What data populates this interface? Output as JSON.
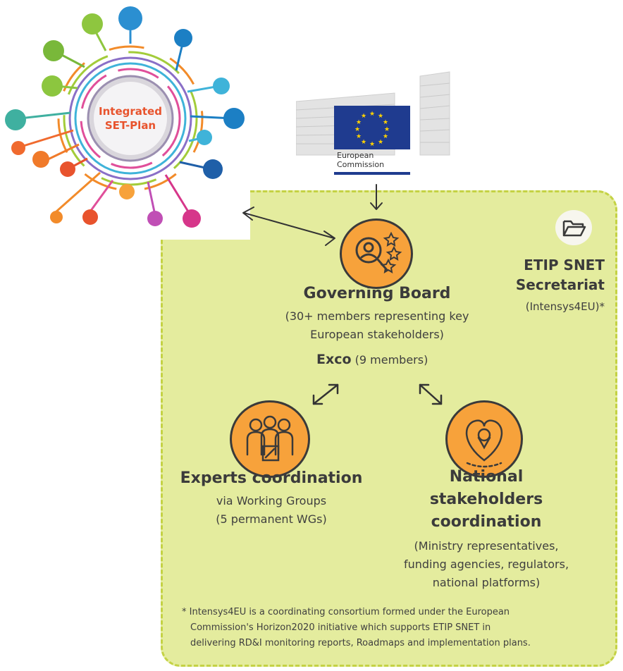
{
  "set_plan": {
    "title_line1": "Integrated",
    "title_line2": "SET-Plan"
  },
  "ec_logo": {
    "line1": "European",
    "line2": "Commission"
  },
  "governing_board": {
    "title": "Governing Board",
    "desc_line1": "(30+ members representing key",
    "desc_line2": "European stakeholders)",
    "exco_title": "Exco",
    "exco_desc": "(9 members)"
  },
  "secretariat": {
    "title_line1": "ETIP SNET",
    "title_line2": "Secretariat",
    "desc": "(Intensys4EU)*"
  },
  "experts": {
    "title": "Experts coordination",
    "desc_line1": "via Working Groups",
    "desc_line2": "(5 permanent WGs)"
  },
  "national": {
    "title_line1": "National",
    "title_line2": "stakeholders",
    "title_line3": "coordination",
    "desc_line1": "(Ministry representatives,",
    "desc_line2": "funding agencies, regulators,",
    "desc_line3": "national platforms)"
  },
  "footnote": {
    "line1": "* Intensys4EU is a coordinating consortium formed under the European",
    "line2": "Commission's Horizon2020 initiative which supports ETIP SNET in",
    "line3": "delivering RD&I monitoring reports, Roadmaps and implementation plans."
  },
  "colors": {
    "panel_fill": "#e4ec9e",
    "panel_border": "#c4d244",
    "icon_orange": "#f7a23b",
    "eu_blue": "#1f3b8f",
    "eu_star": "#ffd200",
    "set_plan_red": "#e8532d"
  }
}
